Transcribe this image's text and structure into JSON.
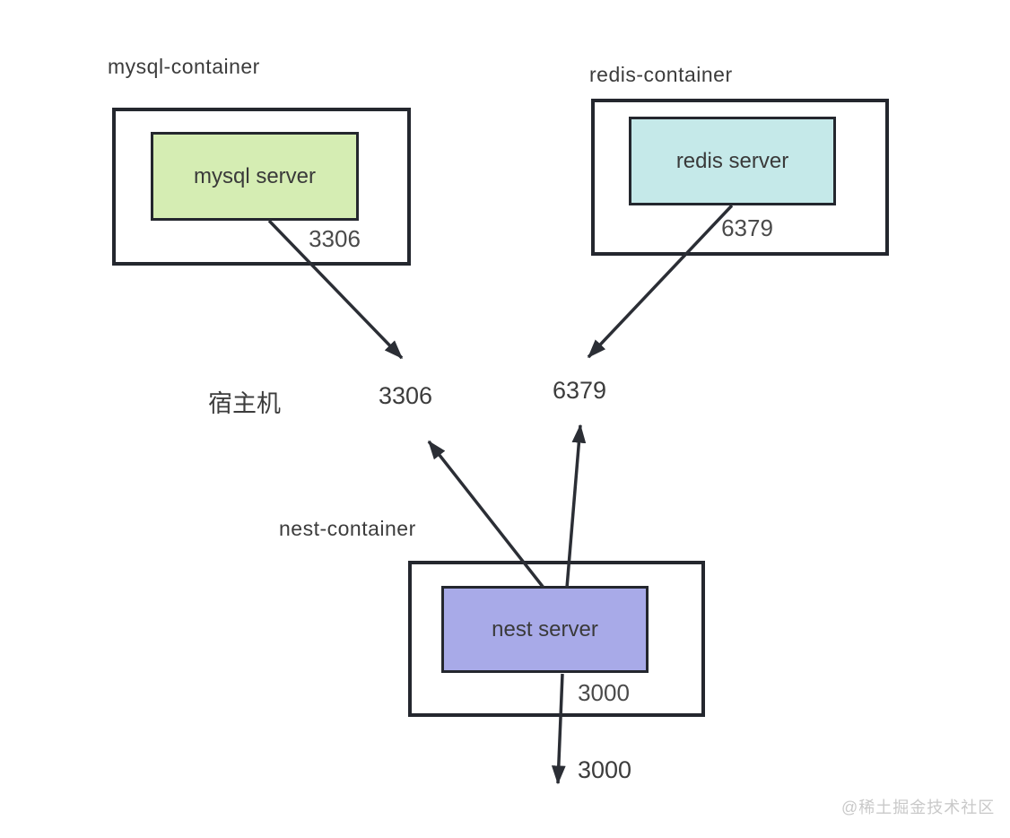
{
  "diagram": {
    "containers": {
      "mysql": {
        "title": "mysql-container",
        "server_label": "mysql server",
        "port_label": "3306"
      },
      "redis": {
        "title": "redis-container",
        "server_label": "redis server",
        "port_label": "6379"
      },
      "nest": {
        "title": "nest-container",
        "server_label": "nest server",
        "port_label": "3000"
      }
    },
    "host": {
      "label": "宿主机",
      "mysql_port": "3306",
      "redis_port": "6379",
      "nest_exposed_port": "3000"
    },
    "watermark": "@稀土掘金技术社区",
    "colors": {
      "mysql_server_fill": "#d5edb3",
      "redis_server_fill": "#c5e9e9",
      "nest_server_fill": "#a8aae8",
      "box_stroke": "#24272e",
      "arrow_stroke": "#2b2e35",
      "text": "#3c3c3c",
      "watermark": "#c9c9c9"
    }
  }
}
